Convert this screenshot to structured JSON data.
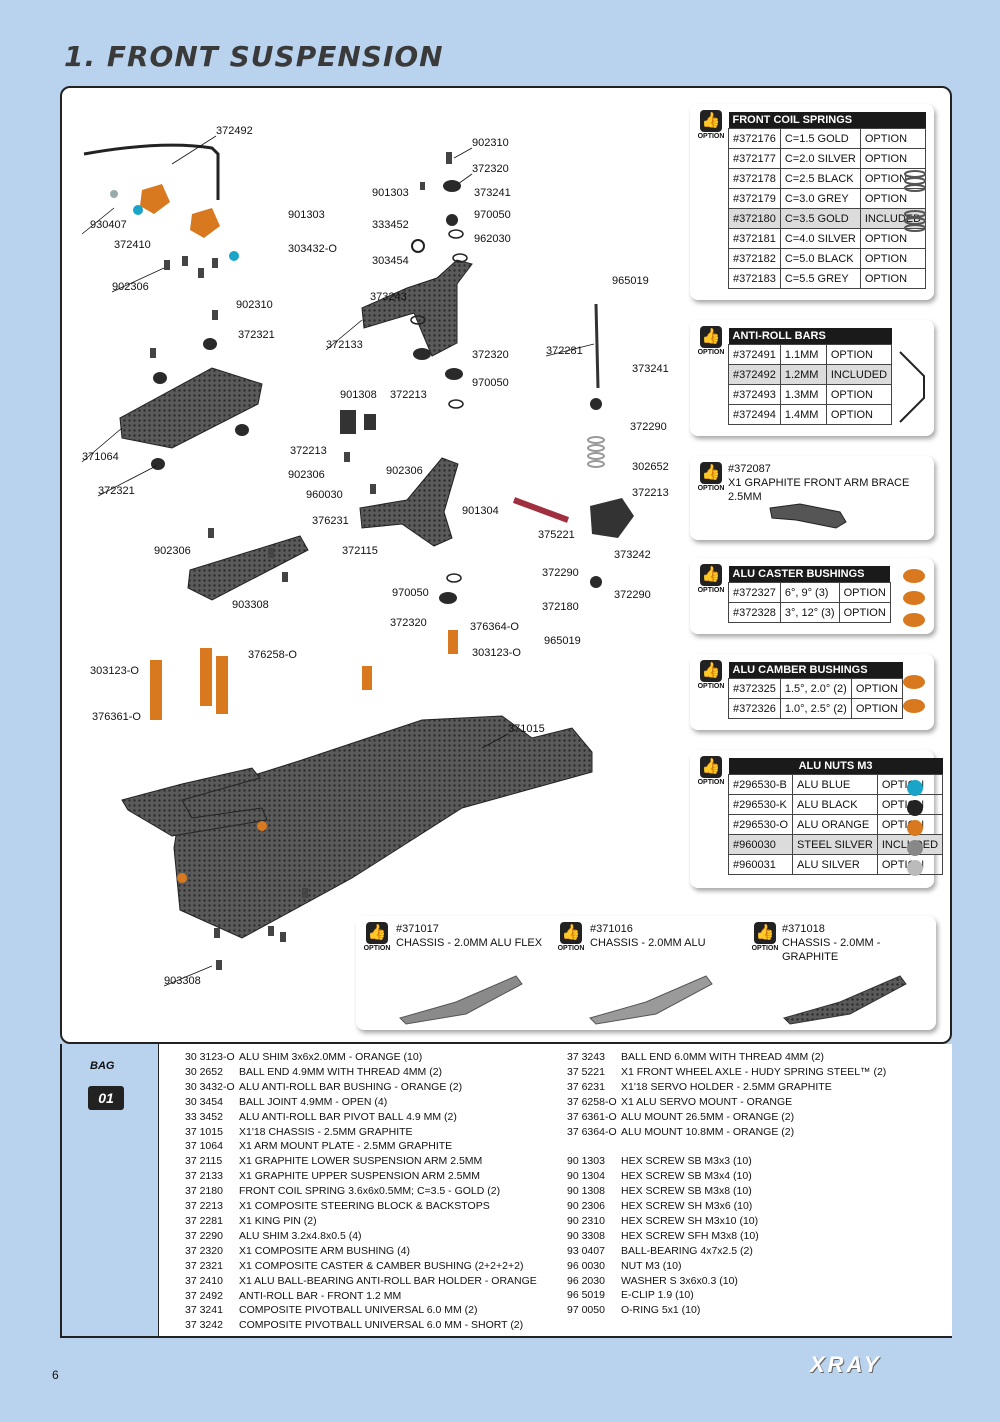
{
  "title": "1. FRONT SUSPENSION",
  "option_label": "OPTION",
  "part_labels": [
    "372492",
    "902310",
    "372320",
    "901303",
    "373241",
    "333452",
    "970050",
    "962030",
    "930407",
    "901303",
    "372410",
    "303432-O",
    "303454",
    "902306",
    "965019",
    "373243",
    "902310",
    "372321",
    "372133",
    "372320",
    "372281",
    "373241",
    "970050",
    "901308",
    "372213",
    "371064",
    "372213",
    "902306",
    "902306",
    "372290",
    "302652",
    "372321",
    "960030",
    "372213",
    "376231",
    "901304",
    "375221",
    "902306",
    "372115",
    "373242",
    "372290",
    "970050",
    "372180",
    "372290",
    "903308",
    "372320",
    "376364-O",
    "965019",
    "376258-O",
    "303123-O",
    "303123-O",
    "376361-O",
    "371015",
    "903308"
  ],
  "front_coil_springs": {
    "title": "FRONT COIL SPRINGS",
    "rows": [
      [
        "#372176",
        "C=1.5 GOLD",
        "OPTION"
      ],
      [
        "#372177",
        "C=2.0 SILVER",
        "OPTION"
      ],
      [
        "#372178",
        "C=2.5 BLACK",
        "OPTION"
      ],
      [
        "#372179",
        "C=3.0 GREY",
        "OPTION"
      ],
      [
        "#372180",
        "C=3.5 GOLD",
        "INCLUDED"
      ],
      [
        "#372181",
        "C=4.0 SILVER",
        "OPTION"
      ],
      [
        "#372182",
        "C=5.0 BLACK",
        "OPTION"
      ],
      [
        "#372183",
        "C=5.5 GREY",
        "OPTION"
      ]
    ]
  },
  "anti_roll_bars": {
    "title": "ANTI-ROLL BARS",
    "rows": [
      [
        "#372491",
        "1.1MM",
        "OPTION"
      ],
      [
        "#372492",
        "1.2MM",
        "INCLUDED"
      ],
      [
        "#372493",
        "1.3MM",
        "OPTION"
      ],
      [
        "#372494",
        "1.4MM",
        "OPTION"
      ]
    ]
  },
  "arm_brace": {
    "code": "#372087",
    "desc": "X1 GRAPHITE FRONT ARM BRACE 2.5MM"
  },
  "alu_caster_bushings": {
    "title": "ALU CASTER BUSHINGS",
    "rows": [
      [
        "#372327",
        "6°, 9° (3)",
        "OPTION"
      ],
      [
        "#372328",
        "3°, 12° (3)",
        "OPTION"
      ]
    ]
  },
  "alu_camber_bushings": {
    "title": "ALU CAMBER BUSHINGS",
    "rows": [
      [
        "#372325",
        "1.5°, 2.0° (2)",
        "OPTION"
      ],
      [
        "#372326",
        "1.0°, 2.5° (2)",
        "OPTION"
      ]
    ]
  },
  "alu_nuts": {
    "title": "ALU NUTS M3",
    "rows": [
      [
        "#296530-B",
        "ALU BLUE",
        "OPTION"
      ],
      [
        "#296530-K",
        "ALU BLACK",
        "OPTION"
      ],
      [
        "#296530-O",
        "ALU ORANGE",
        "OPTION"
      ],
      [
        "#960030",
        "STEEL SILVER",
        "INCLUDED"
      ],
      [
        "#960031",
        "ALU SILVER",
        "OPTION"
      ]
    ]
  },
  "chassis_options": [
    {
      "code": "#371017",
      "desc": "CHASSIS - 2.0MM ALU FLEX"
    },
    {
      "code": "#371016",
      "desc": "CHASSIS - 2.0MM ALU"
    },
    {
      "code": "#371018",
      "desc": "CHASSIS - 2.0MM - GRAPHITE"
    }
  ],
  "bag": {
    "label": "BAG",
    "number": "01"
  },
  "parts_left": [
    [
      "30 3123-O",
      "ALU SHIM 3x6x2.0MM - ORANGE (10)"
    ],
    [
      "30 2652",
      "BALL END 4.9MM WITH THREAD 4MM (2)"
    ],
    [
      "30 3432-O",
      "ALU ANTI-ROLL BAR BUSHING - ORANGE (2)"
    ],
    [
      "30 3454",
      "BALL JOINT 4.9MM - OPEN (4)"
    ],
    [
      "33 3452",
      "ALU ANTI-ROLL BAR PIVOT BALL 4.9 MM (2)"
    ],
    [
      "37 1015",
      "X1'18 CHASSIS - 2.5MM GRAPHITE"
    ],
    [
      "37 1064",
      "X1 ARM MOUNT PLATE - 2.5MM GRAPHITE"
    ],
    [
      "37 2115",
      "X1 GRAPHITE LOWER SUSPENSION ARM 2.5MM"
    ],
    [
      "37 2133",
      "X1 GRAPHITE UPPER SUSPENSION ARM 2.5MM"
    ],
    [
      "37 2180",
      "FRONT COIL SPRING 3.6x6x0.5MM; C=3.5 - GOLD (2)"
    ],
    [
      "37 2213",
      "X1 COMPOSITE STEERING BLOCK & BACKSTOPS"
    ],
    [
      "37 2281",
      "X1 KING PIN (2)"
    ],
    [
      "37 2290",
      "ALU SHIM 3.2x4.8x0.5 (4)"
    ],
    [
      "37 2320",
      "X1 COMPOSITE ARM BUSHING (4)"
    ],
    [
      "37 2321",
      "X1 COMPOSITE CASTER & CAMBER BUSHING (2+2+2+2)"
    ],
    [
      "37 2410",
      "X1 ALU BALL-BEARING ANTI-ROLL BAR HOLDER - ORANGE"
    ],
    [
      "37 2492",
      "ANTI-ROLL BAR - FRONT 1.2 MM"
    ],
    [
      "37 3241",
      "COMPOSITE PIVOTBALL UNIVERSAL 6.0 MM (2)"
    ],
    [
      "37 3242",
      "COMPOSITE PIVOTBALL UNIVERSAL 6.0 MM - SHORT (2)"
    ]
  ],
  "parts_right_a": [
    [
      "37 3243",
      "BALL END 6.0MM WITH THREAD 4MM (2)"
    ],
    [
      "37 5221",
      "X1 FRONT WHEEL AXLE - HUDY SPRING STEEL™ (2)"
    ],
    [
      "37 6231",
      "X1'18 SERVO HOLDER - 2.5MM GRAPHITE"
    ],
    [
      "37 6258-O",
      "X1 ALU SERVO MOUNT - ORANGE"
    ],
    [
      "37 6361-O",
      "ALU MOUNT 26.5MM - ORANGE (2)"
    ],
    [
      "37 6364-O",
      "ALU MOUNT 10.8MM - ORANGE (2)"
    ]
  ],
  "parts_right_b": [
    [
      "90 1303",
      "HEX SCREW SB M3x3  (10)"
    ],
    [
      "90 1304",
      "HEX SCREW SB M3x4  (10)"
    ],
    [
      "90 1308",
      "HEX SCREW SB M3x8  (10)"
    ],
    [
      "90 2306",
      "HEX SCREW SH M3x6  (10)"
    ],
    [
      "90 2310",
      "HEX SCREW SH M3x10  (10)"
    ],
    [
      "90 3308",
      "HEX SCREW SFH M3x8  (10)"
    ],
    [
      "93 0407",
      "BALL-BEARING 4x7x2.5  (2)"
    ],
    [
      "96 0030",
      "NUT M3  (10)"
    ],
    [
      "96 2030",
      "WASHER S 3x6x0.3  (10)"
    ],
    [
      "96 5019",
      "E-CLIP 1.9  (10)"
    ],
    [
      "97 0050",
      "O-RING 5x1  (10)"
    ]
  ],
  "page_number": "6",
  "brand": "XRAY",
  "colors": {
    "background": "#b9d3ee",
    "orange_part": "#d9791f",
    "carbon": "#444444",
    "included_row": "#dcdcdc"
  }
}
